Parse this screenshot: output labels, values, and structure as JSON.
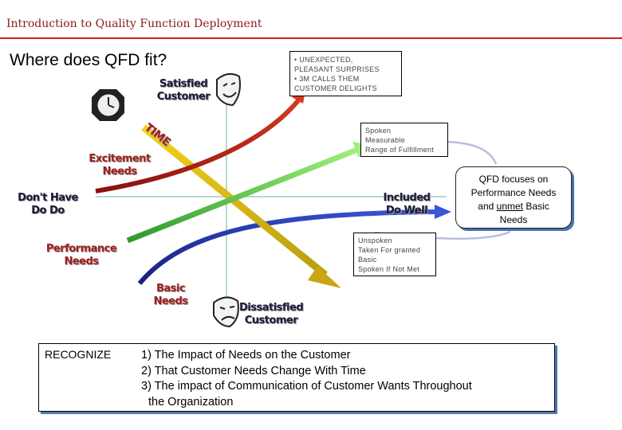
{
  "header": "Introduction to Quality Function Deployment",
  "title": "Where does QFD fit?",
  "callouts": {
    "delighters": [
      "• UNEXPECTED,",
      "PLEASANT SURPRISES",
      "• 3M CALLS THEM",
      "CUSTOMER DELIGHTS"
    ],
    "performance": [
      "Spoken",
      "Measurable",
      "Range of Fulfillment"
    ],
    "basic": [
      "Unspoken",
      "Taken For granted",
      "Basic",
      "Spoken If Not Met"
    ]
  },
  "labels": {
    "satisfied": [
      "Satisfied",
      "Customer"
    ],
    "dissatisfied": [
      "Dissatisfied",
      "Customer"
    ],
    "time": "TIME",
    "excitement": [
      "Excitement",
      "Needs"
    ],
    "dont_have": [
      "Don't Have",
      "Do Do"
    ],
    "included": [
      "Included",
      "Do Well"
    ],
    "performance": [
      "Performance",
      "Needs"
    ],
    "basic": [
      "Basic",
      "Needs"
    ]
  },
  "qfd_note": {
    "line1": "QFD focuses on",
    "line2": "Performance Needs",
    "line3_pre": "and ",
    "line3_u": "unmet",
    "line3_post": " Basic",
    "line4": "Needs"
  },
  "recognize": {
    "label": "RECOGNIZE",
    "items": [
      "1) The Impact of Needs on the Customer",
      "2) That Customer Needs Change With Time",
      "3) The impact of Communication of Customer Wants Throughout",
      "   the Organization"
    ]
  },
  "icons": [
    "clock-icon",
    "happy-mask-icon",
    "sad-mask-icon"
  ],
  "colors": {
    "header_text": "#8b1a1a",
    "rule": "#d31f1f",
    "excitement_curve": "#b22222",
    "performance_curve": "#5fcc3a",
    "basic_curve": "#2233aa",
    "time_arrow": "#d4b01a"
  }
}
